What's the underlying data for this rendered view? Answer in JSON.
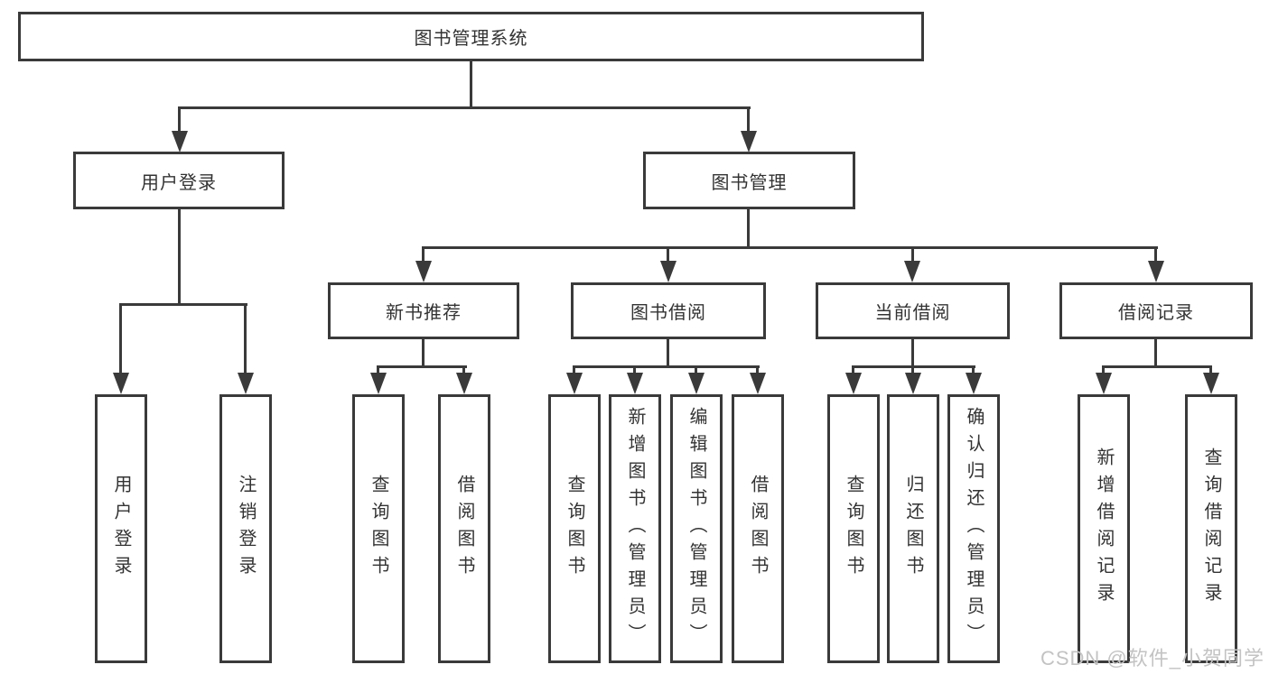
{
  "tree": {
    "root": {
      "label": "图书管理系统",
      "children": [
        {
          "label": "用户登录",
          "children": [
            {
              "label": "用户登录"
            },
            {
              "label": "注销登录"
            }
          ]
        },
        {
          "label": "图书管理",
          "children": [
            {
              "label": "新书推荐",
              "children": [
                {
                  "label": "查询图书"
                },
                {
                  "label": "借阅图书"
                }
              ]
            },
            {
              "label": "图书借阅",
              "children": [
                {
                  "label": "查询图书"
                },
                {
                  "label": "新增图书（管理员）"
                },
                {
                  "label": "编辑图书（管理员）"
                },
                {
                  "label": "借阅图书"
                }
              ]
            },
            {
              "label": "当前借阅",
              "children": [
                {
                  "label": "查询图书"
                },
                {
                  "label": "归还图书"
                },
                {
                  "label": "确认归还（管理员）"
                }
              ]
            },
            {
              "label": "借阅记录",
              "children": [
                {
                  "label": "新增借阅记录"
                },
                {
                  "label": "查询借阅记录"
                }
              ]
            }
          ]
        }
      ]
    }
  },
  "watermark": {
    "label": "CSDN @软件_小贺同学"
  },
  "colors": {
    "line": "#3a3a3a",
    "text": "#333333",
    "watermark": "#c3c3c3",
    "background": "#ffffff"
  }
}
